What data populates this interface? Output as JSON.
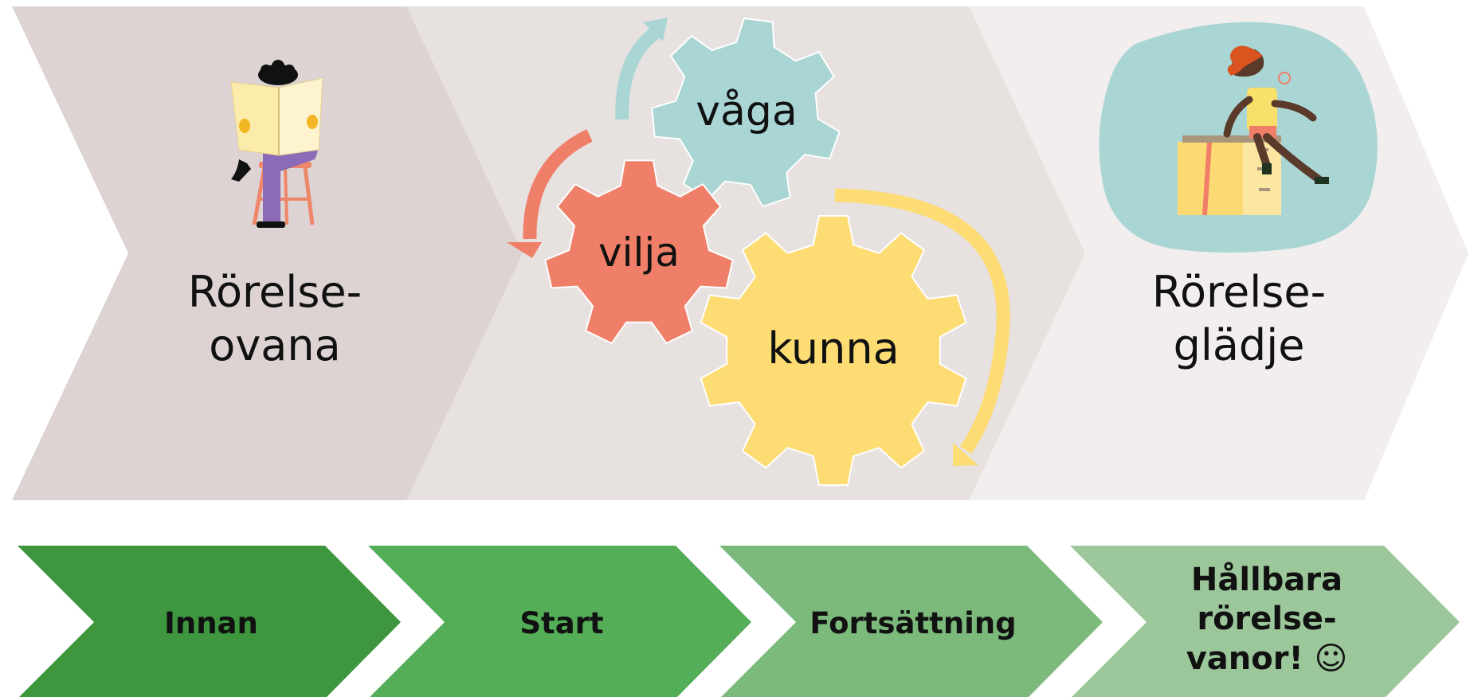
{
  "journey": {
    "start_label_line1": "Rörelse-",
    "start_label_line2": "ovana",
    "end_label_line1": "Rörelse-",
    "end_label_line2": "glädje",
    "icons": {
      "start": "person-reading-newspaper-on-stool-icon",
      "end": "person-climbing-over-box-icon"
    }
  },
  "gears": {
    "vaga": "våga",
    "vilja": "vilja",
    "kunna": "kunna"
  },
  "steps": {
    "innan": "Innan",
    "start": "Start",
    "fortsattning": "Fortsättning",
    "hallbara_line1": "Hållbara",
    "hallbara_line2": "rörelse-",
    "hallbara_line3": "vanor! ☺"
  },
  "colors": {
    "chevron_left": "#dcd3d2",
    "chevron_middle": "#e7e1e0",
    "chevron_right": "#f2eeed",
    "gear_vaga": "#a9d6d5",
    "gear_vilja": "#ef7f68",
    "gear_kunna": "#fddc73",
    "step_1": "#3e963f",
    "step_2": "#54ad57",
    "step_3": "#7cba7c",
    "step_4": "#9cc79a"
  }
}
